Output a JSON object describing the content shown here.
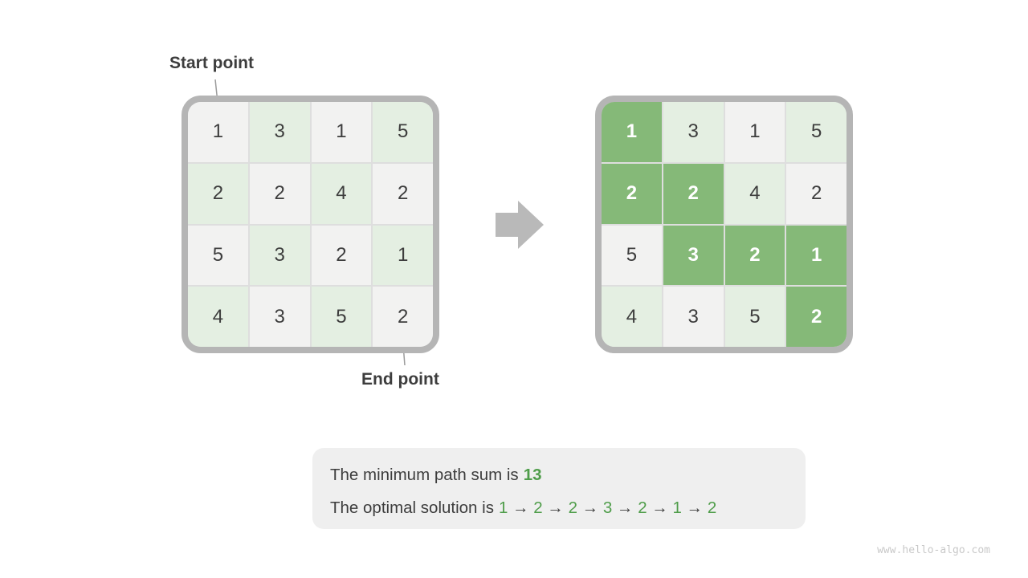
{
  "labels": {
    "start_point": "Start point",
    "end_point": "End point"
  },
  "grids": {
    "values": [
      [
        1,
        3,
        1,
        5
      ],
      [
        2,
        2,
        4,
        2
      ],
      [
        5,
        3,
        2,
        1
      ],
      [
        4,
        3,
        5,
        2
      ]
    ],
    "path_cells": [
      [
        0,
        0
      ],
      [
        1,
        0
      ],
      [
        1,
        1
      ],
      [
        2,
        1
      ],
      [
        2,
        2
      ],
      [
        2,
        3
      ],
      [
        3,
        3
      ]
    ]
  },
  "summary": {
    "line1_prefix": "The minimum path sum is",
    "min_path_sum": "13",
    "line2_prefix": "The optimal solution is",
    "optimal_path": [
      "1",
      "2",
      "2",
      "3",
      "2",
      "1",
      "2"
    ],
    "arrow_separator": "→"
  },
  "watermark": "www.hello-algo.com",
  "colors": {
    "page_bg": "#ffffff",
    "cell_gray": "#f2f2f1",
    "cell_light_green": "#e4efe2",
    "cell_path_green": "#85b978",
    "grid_border": "#b5b5b5",
    "grid_gap": "#dedede",
    "block_arrow": "#b9b9b9",
    "leader_line": "#9b9b9b",
    "text_dark": "#3d3d3d",
    "text_green": "#4f9d4a",
    "summary_box_bg": "#efefef",
    "watermark_gray": "#c9c9c9"
  }
}
